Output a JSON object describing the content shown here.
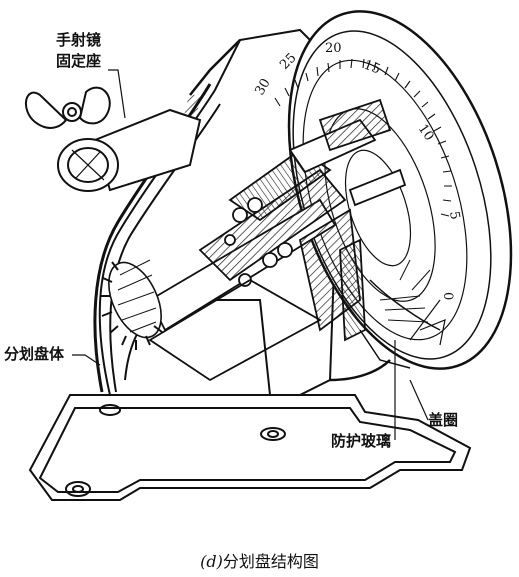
{
  "labels": {
    "mirror_seat_line1": "手射镜",
    "mirror_seat_line2": "固定座",
    "dividing_plate_body": "分划盘体",
    "cover_ring": "盖圈",
    "protective_glass": "防护玻璃"
  },
  "dial": {
    "scale_numbers": [
      "30",
      "25",
      "20",
      "15",
      "10",
      "5",
      "0"
    ]
  },
  "caption": {
    "prefix": "(d)",
    "text": "分划盘结构图"
  }
}
